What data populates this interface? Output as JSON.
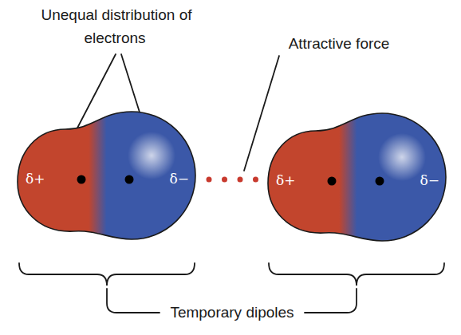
{
  "diagram": {
    "nodes": [
      {
        "text": [
          "δ+",
          "δ−"
        ]
      },
      {
        "text": [
          "δ+",
          "δ−"
        ]
      }
    ],
    "edges": [
      {
        "from": 0,
        "to": 1,
        "arrow": "none"
      }
    ],
    "labels": [
      "Unequal distribution of electrons",
      "Attractive force",
      "Temporary dipoles"
    ]
  }
}
